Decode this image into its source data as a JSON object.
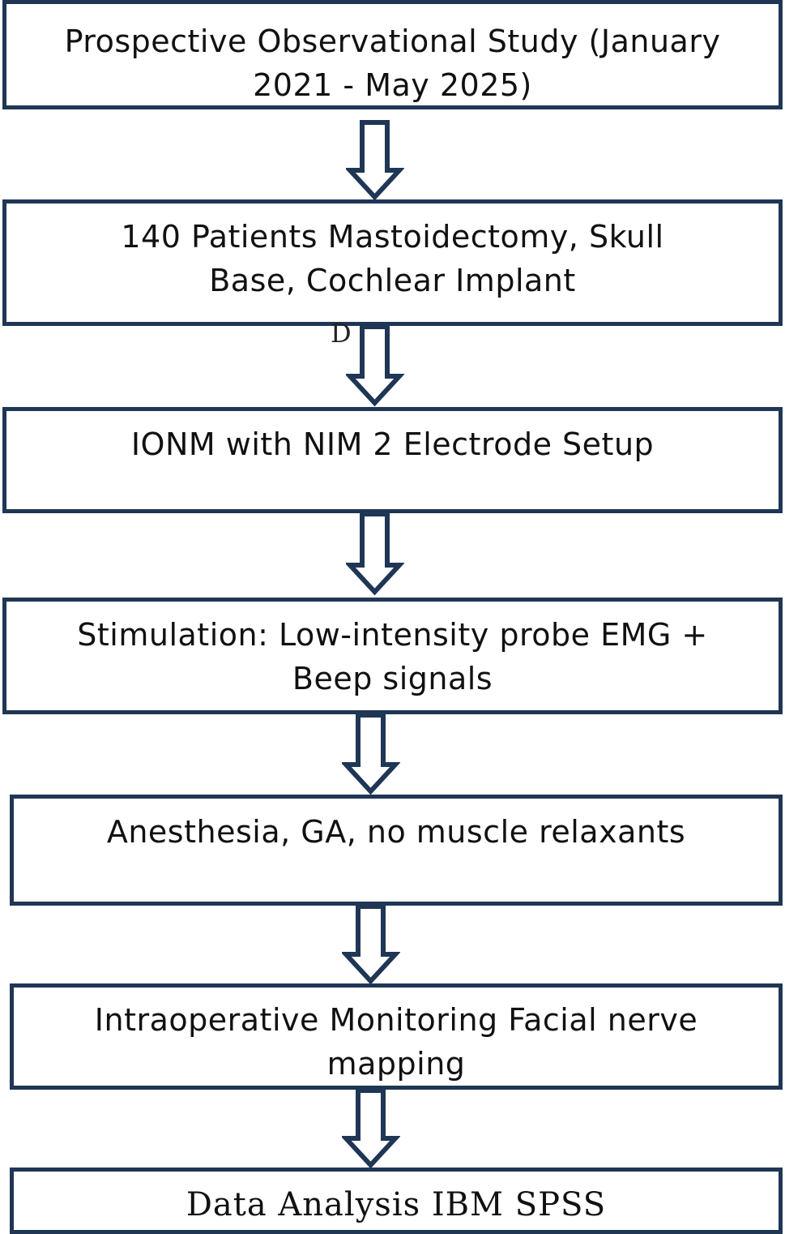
{
  "steps": [
    {
      "text": "Prospective Observational Study (January 2021 - May 2025)"
    },
    {
      "text": "140 Patients Mastoidectomy, Skull Base, Cochlear Implant"
    },
    {
      "text": "IONM with NIM 2 Electrode Setup"
    },
    {
      "text": "Stimulation: Low-intensity probe EMG + Beep signals"
    },
    {
      "text": "Anesthesia, GA, no muscle relaxants"
    },
    {
      "text": "Intraoperative Monitoring Facial nerve mapping"
    },
    {
      "text": "Data Analysis IBM SPSS"
    }
  ],
  "stray_mark": "D",
  "colors": {
    "border": "#1f3655",
    "arrow_outline": "#1f3655"
  }
}
